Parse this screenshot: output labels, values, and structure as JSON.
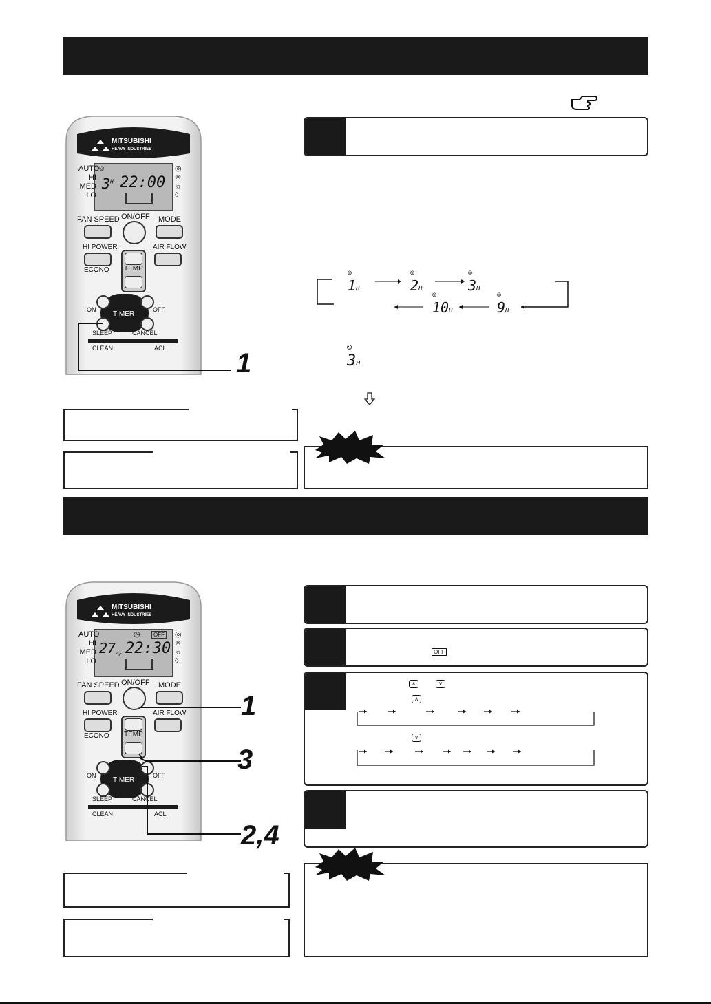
{
  "pointer_icon": "pointing-hand-icon",
  "remote": {
    "brand_line1": "MITSUBISHI",
    "brand_line2": "HEAVY INDUSTRIES",
    "fan_modes": [
      "AUTO",
      "HI",
      "MED",
      "LO"
    ],
    "buttons": {
      "fan_speed": "FAN SPEED",
      "on_off": "ON/OFF",
      "mode": "MODE",
      "hi_power": "HI POWER",
      "air_flow": "AIR FLOW",
      "econo": "ECONO",
      "temp": "TEMP",
      "on": "ON",
      "off": "OFF",
      "timer": "TIMER",
      "sleep": "SLEEP",
      "cancel": "CANCEL",
      "clean": "CLEAN",
      "acl": "ACL"
    },
    "display_top": {
      "hours": "3",
      "hours_unit": "H",
      "clock": "22:00"
    },
    "display_bottom": {
      "temp": "27",
      "temp_unit": "°C",
      "clock": "22:30",
      "off_badge": "OFF"
    }
  },
  "callouts_top": [
    "1"
  ],
  "callouts_bottom": [
    "1",
    "3",
    "2,4"
  ],
  "sleep_sequence": {
    "row1": [
      {
        "num": "1",
        "unit": "H"
      },
      {
        "num": "2",
        "unit": "H"
      },
      {
        "num": "3",
        "unit": "H"
      }
    ],
    "row2": [
      {
        "num": "10",
        "unit": "H"
      },
      {
        "num": "9",
        "unit": "H"
      }
    ]
  },
  "sleep_example": {
    "num": "3",
    "unit": "H"
  },
  "step_icons": {
    "off_badge": "OFF",
    "temp_up_icon": "chevron-up-icon",
    "temp_down_icon": "chevron-down-icon",
    "down_arrow": "hollow-down-arrow-icon"
  }
}
